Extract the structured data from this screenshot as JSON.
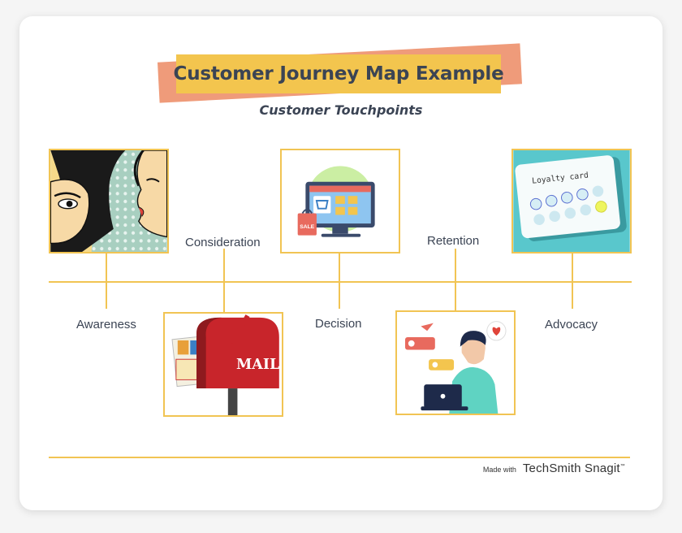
{
  "title": "Customer Journey Map Example",
  "subtitle": "Customer Touchpoints",
  "stages": [
    {
      "label": "Awareness"
    },
    {
      "label": "Consideration"
    },
    {
      "label": "Decision"
    },
    {
      "label": "Retention"
    },
    {
      "label": "Advocacy"
    }
  ],
  "images": {
    "mailbox_label": "MAIL",
    "sale_tag": "SALE",
    "loyalty_card": "Loyalty card"
  },
  "footer": {
    "made_with": "Made with",
    "brand": "TechSmith Snagit",
    "trademark": "™"
  },
  "colors": {
    "accent_yellow": "#f1c453",
    "title_bg": "#f3c54e",
    "title_shadow": "#ef9b7a",
    "text": "#3b4454"
  }
}
